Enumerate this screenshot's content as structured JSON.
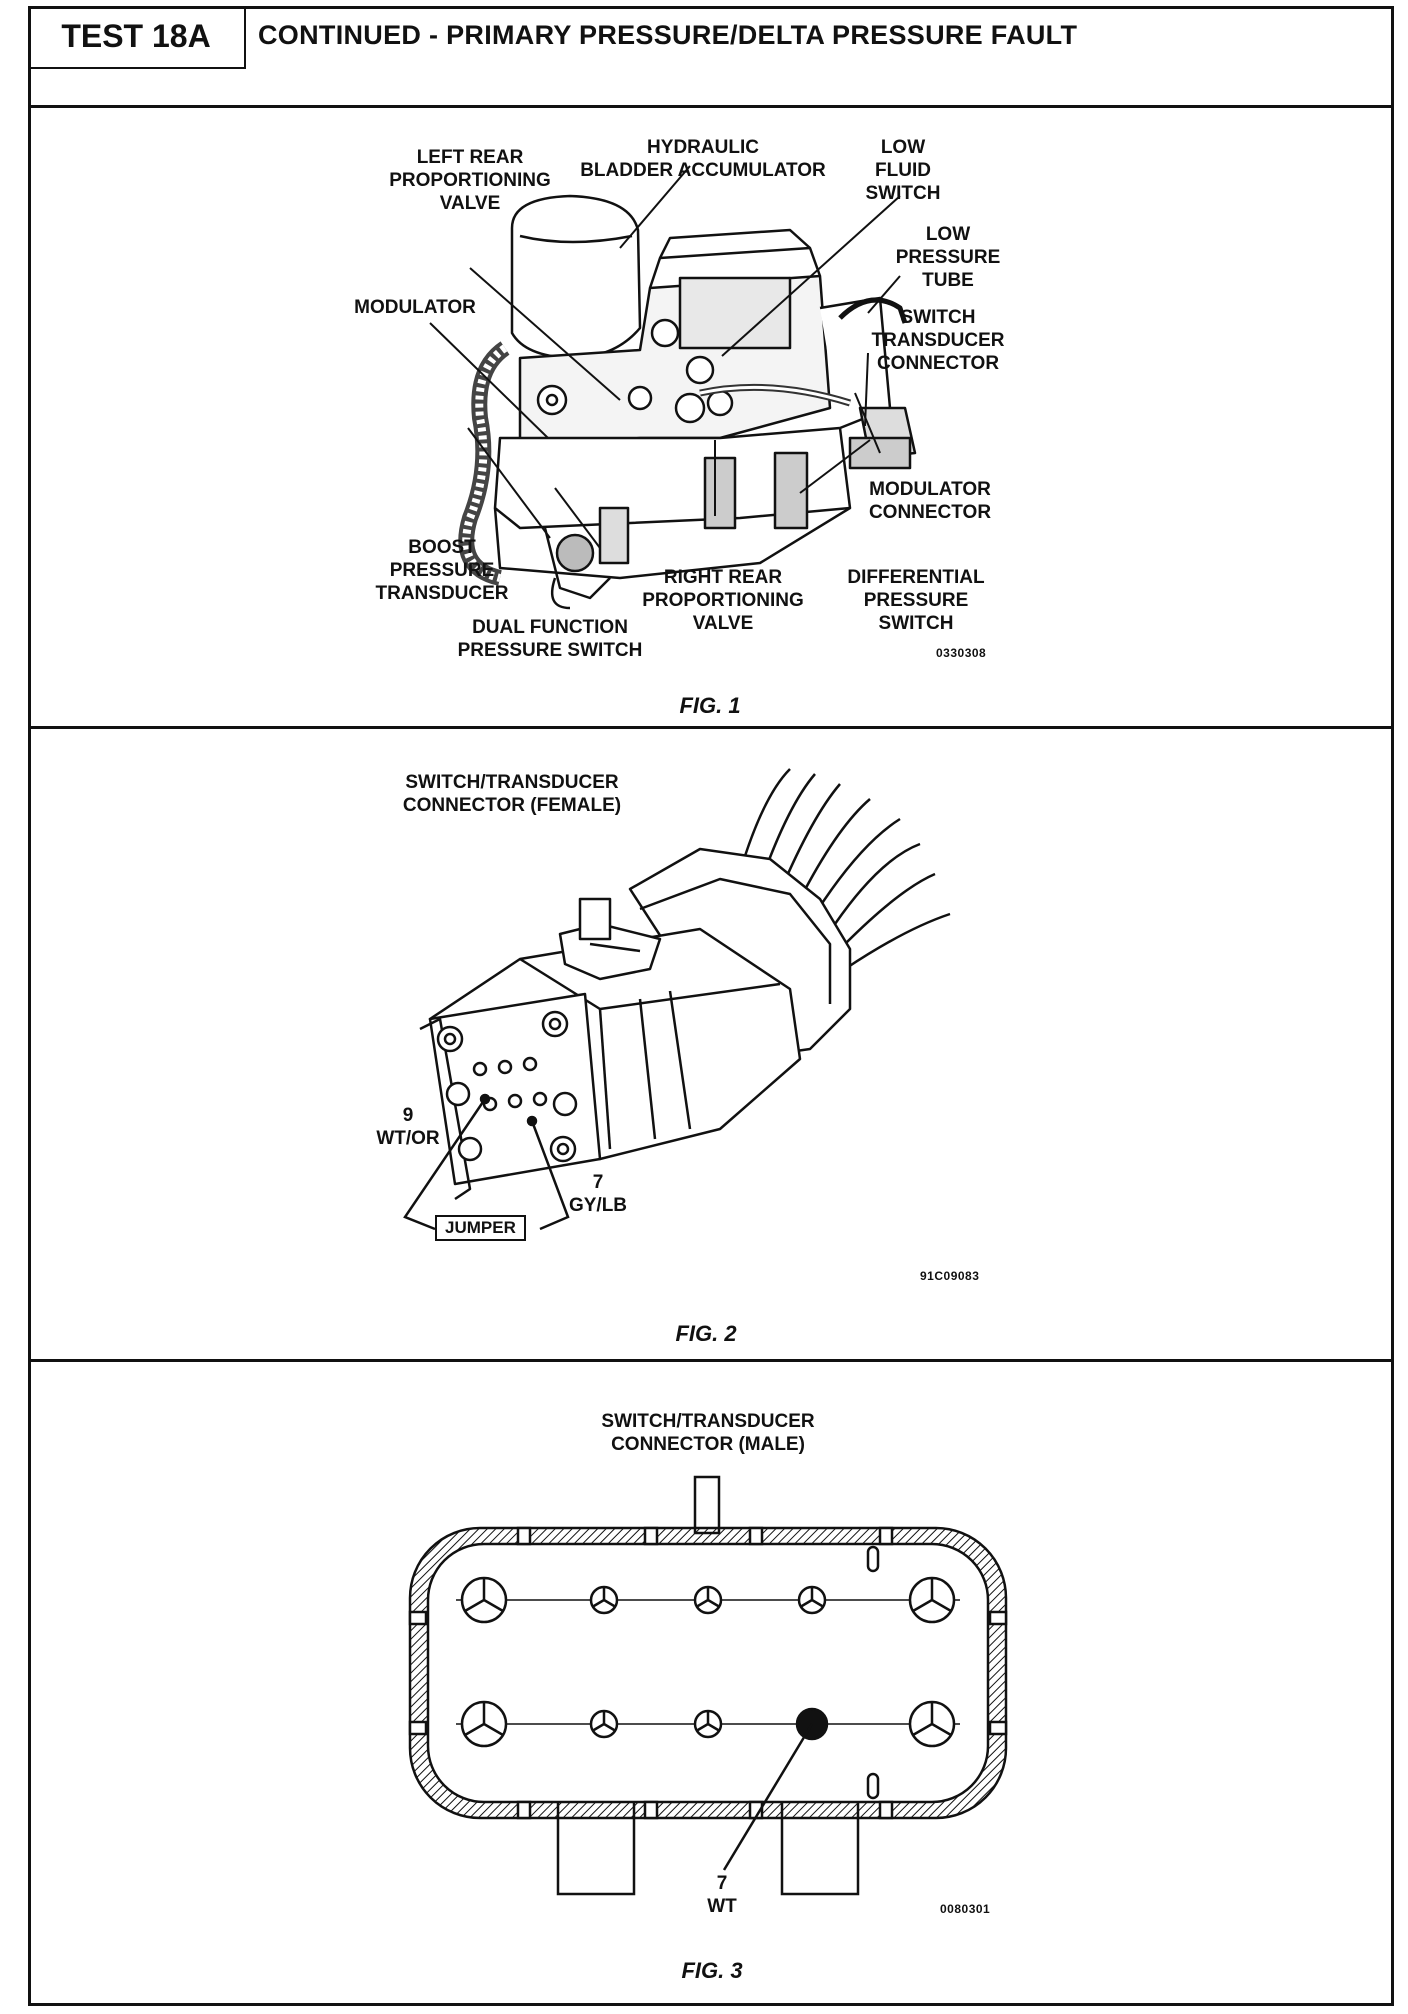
{
  "header": {
    "test_id": "TEST 18A",
    "title": "CONTINUED - PRIMARY PRESSURE/DELTA PRESSURE FAULT"
  },
  "fig1": {
    "caption": "FIG. 1",
    "figure_number": "0330308",
    "labels": {
      "left_rear_valve": "LEFT REAR\nPROPORTIONING\nVALVE",
      "hydraulic_accumulator": "HYDRAULIC\nBLADDER ACCUMULATOR",
      "low_fluid_switch": "LOW\nFLUID\nSWITCH",
      "low_pressure_tube": "LOW\nPRESSURE\nTUBE",
      "switch_transducer_connector": "SWITCH\nTRANSDUCER\nCONNECTOR",
      "modulator": "MODULATOR",
      "modulator_connector": "MODULATOR\nCONNECTOR",
      "boost_pressure_transducer": "BOOST\nPRESSURE\nTRANSDUCER",
      "right_rear_valve": "RIGHT REAR\nPROPORTIONING\nVALVE",
      "differential_pressure_switch": "DIFFERENTIAL\nPRESSURE\nSWITCH",
      "dual_function_switch": "DUAL FUNCTION\nPRESSURE SWITCH"
    }
  },
  "fig2": {
    "caption": "FIG. 2",
    "figure_number": "91C09083",
    "title": "SWITCH/TRANSDUCER\nCONNECTOR (FEMALE)",
    "pin9": "9\nWT/OR",
    "pin7": "7\nGY/LB",
    "jumper": "JUMPER"
  },
  "fig3": {
    "caption": "FIG. 3",
    "figure_number": "0080301",
    "title": "SWITCH/TRANSDUCER\nCONNECTOR (MALE)",
    "pin7": "7\nWT"
  },
  "colors": {
    "ink": "#111111",
    "paper": "#ffffff"
  }
}
